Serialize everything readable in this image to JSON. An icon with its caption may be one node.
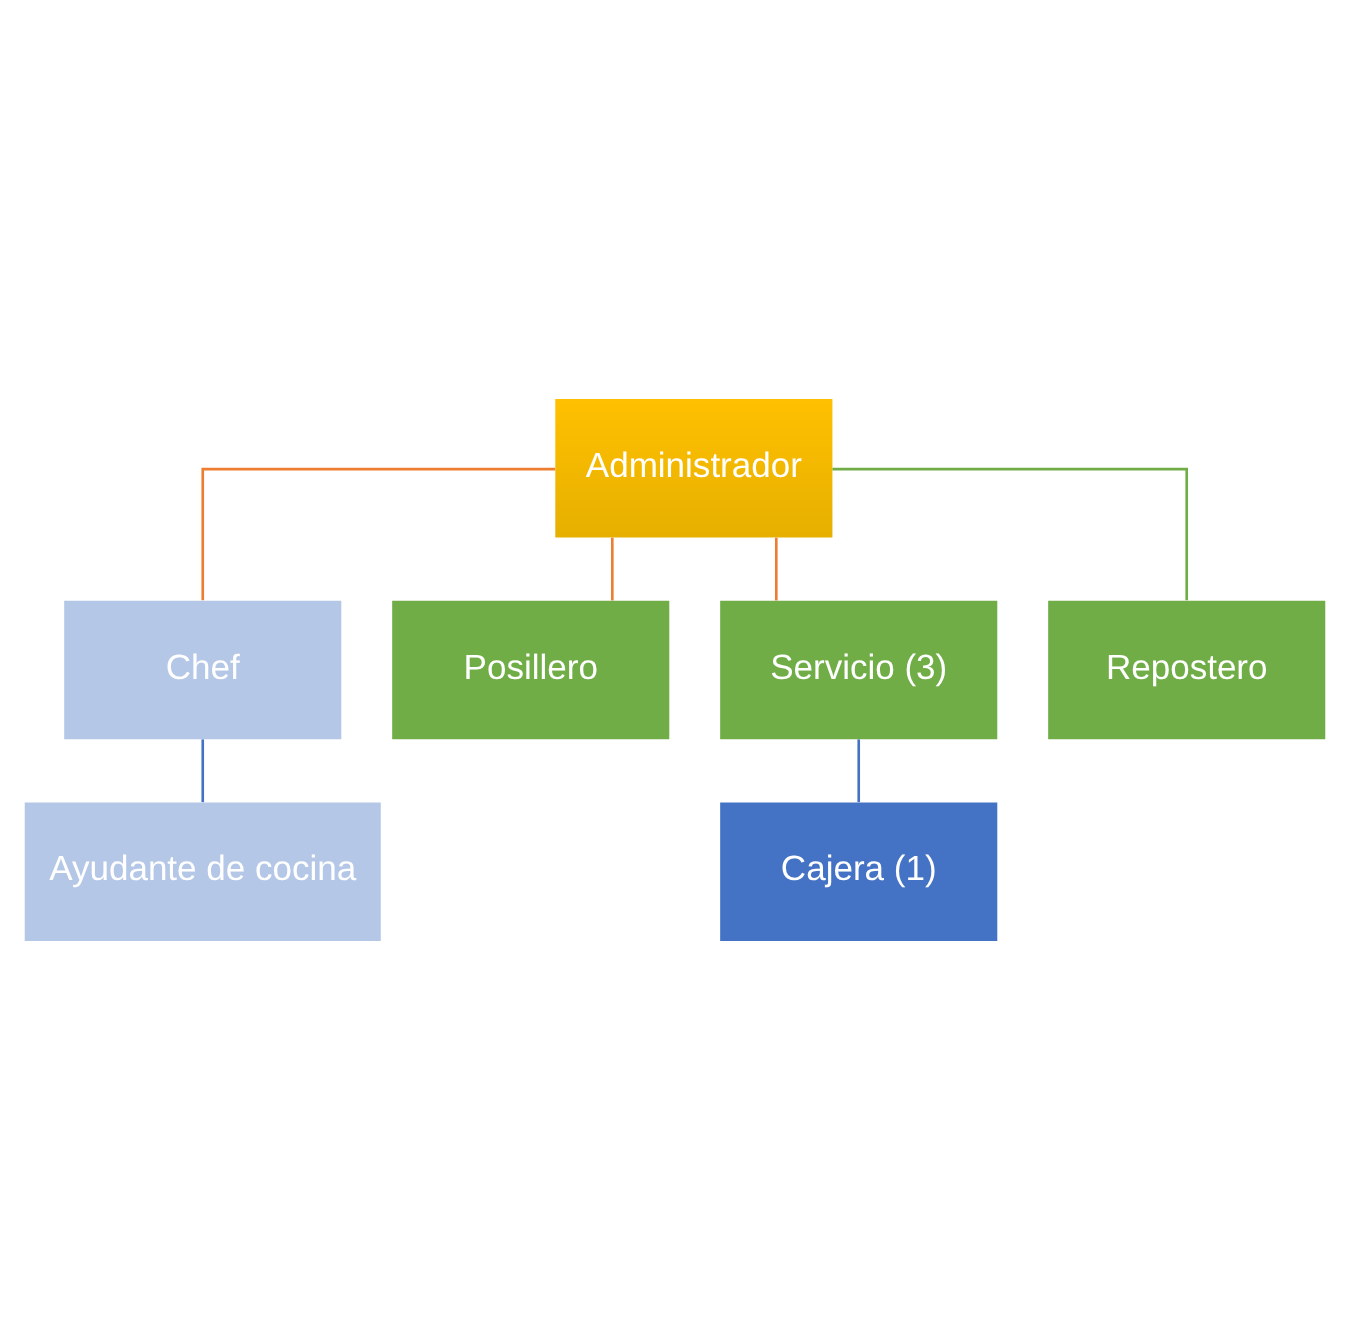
{
  "diagram": {
    "nodes": [
      {
        "text": [
          "Administrador"
        ]
      },
      {
        "text": [
          "Chef"
        ]
      },
      {
        "text": [
          "Ayudante de cocina"
        ]
      },
      {
        "text": [
          "Posillero"
        ]
      },
      {
        "text": [
          "Servicio (3)"
        ]
      },
      {
        "text": [
          "Repostero"
        ]
      },
      {
        "text": [
          "Cajera (1)"
        ]
      }
    ],
    "edges": [
      {
        "from": 0,
        "to": 1,
        "arrow": "none"
      },
      {
        "from": 1,
        "to": 2,
        "arrow": "none",
        "color": "#4472c4"
      },
      {
        "from": 0,
        "to": 3,
        "arrow": "none"
      },
      {
        "from": 0,
        "to": 4,
        "arrow": "none"
      },
      {
        "from": 0,
        "to": 5,
        "arrow": "none",
        "color": "#70ad47"
      },
      {
        "from": 4,
        "to": 6,
        "arrow": "none",
        "color": "#4472c4"
      }
    ]
  }
}
